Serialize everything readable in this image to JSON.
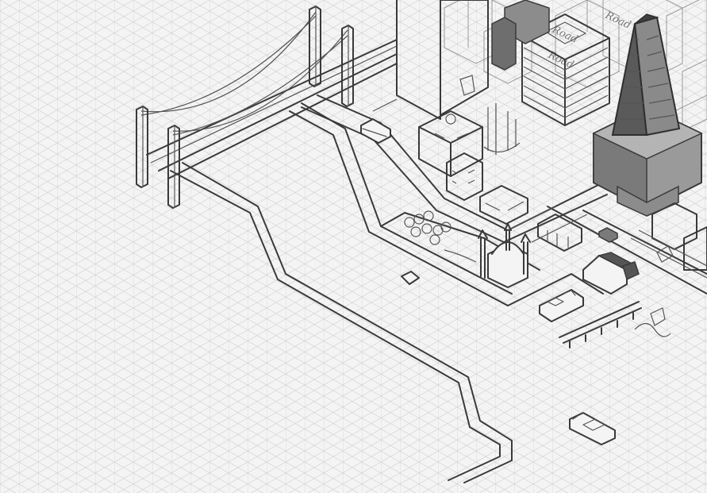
{
  "sketch": {
    "labels": [
      "Road",
      "Road",
      "Road"
    ]
  },
  "colors": {
    "paper": "#f4f4f4",
    "grid": "#d2d2d2",
    "ink": "#3a3a3a",
    "tower_glass": "#7a7a7a",
    "tower_dark": "#4d4d4d",
    "tower_mid": "#8c8c8c"
  }
}
